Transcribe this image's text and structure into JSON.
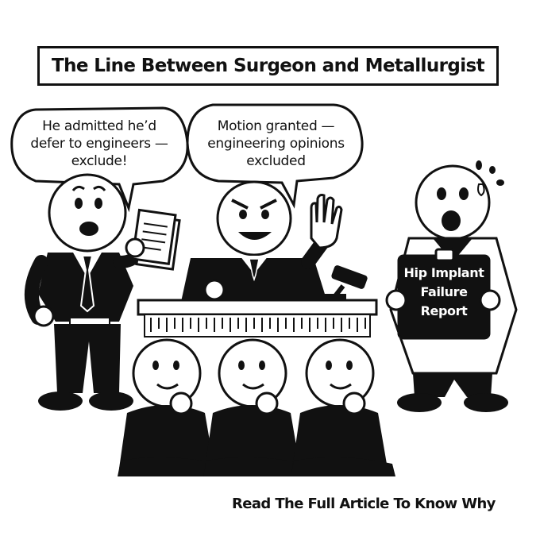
{
  "title": "The Line Between Surgeon and Metallurgist",
  "speech_left": [
    "He admitted he’d",
    "defer to engineers —",
    "exclude!"
  ],
  "speech_judge": [
    "Motion granted —",
    "engineering opinions",
    "excluded"
  ],
  "clipboard": [
    "Hip Implant",
    "Failure",
    "Report"
  ],
  "footer": "Read The Full Article To Know Why"
}
